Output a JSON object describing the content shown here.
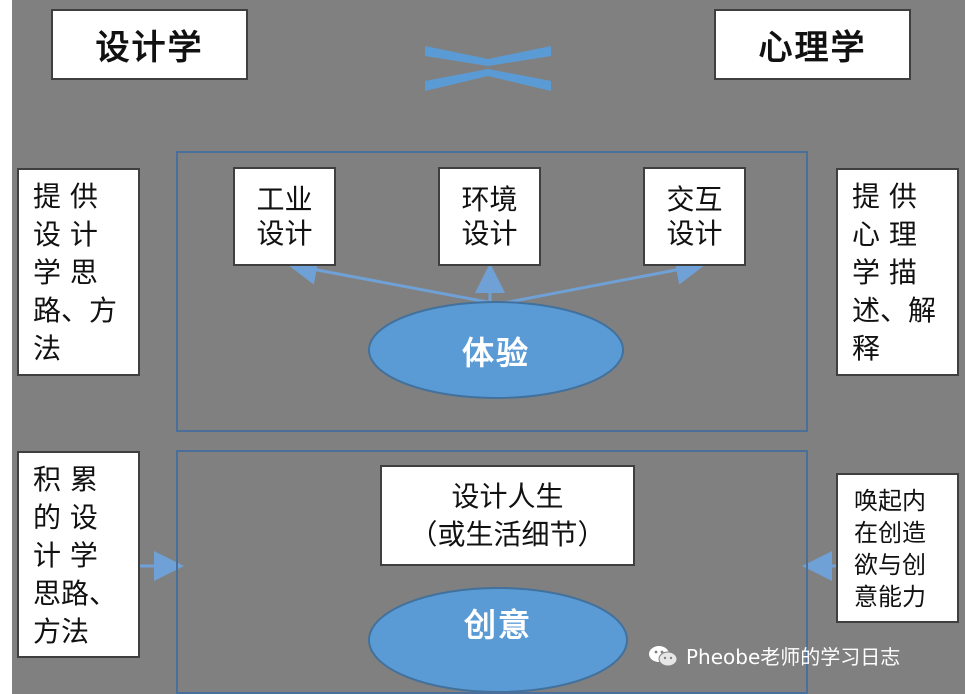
{
  "top": {
    "left_title": "设计学",
    "right_title": "心理学"
  },
  "left_panels": {
    "upper": [
      "提 供",
      "设 计",
      "学 思",
      "路、方",
      "法"
    ],
    "lower": [
      "积 累",
      "的 设",
      "计 学",
      "思路、",
      "方法"
    ]
  },
  "right_panels": {
    "upper": [
      "提 供",
      "心 理",
      "学 描",
      "述、解",
      "释"
    ],
    "lower": [
      "唤起内",
      "在创造",
      "欲与创",
      "意能力"
    ]
  },
  "experience": {
    "fields": [
      [
        "工业",
        "设计"
      ],
      [
        "环境",
        "设计"
      ],
      [
        "交互",
        "设计"
      ]
    ],
    "center": "体验"
  },
  "creativity": {
    "box": [
      "设计人生",
      "（或生活细节）"
    ],
    "center": "创意"
  },
  "watermark": {
    "text": "Pheobe老师的学习日志",
    "icon": "wechat-icon"
  },
  "colors": {
    "canvas": "#808080",
    "oval": "#5b9bd5",
    "arrow": "#6fa0d6",
    "frame": "#4a6f9a"
  }
}
